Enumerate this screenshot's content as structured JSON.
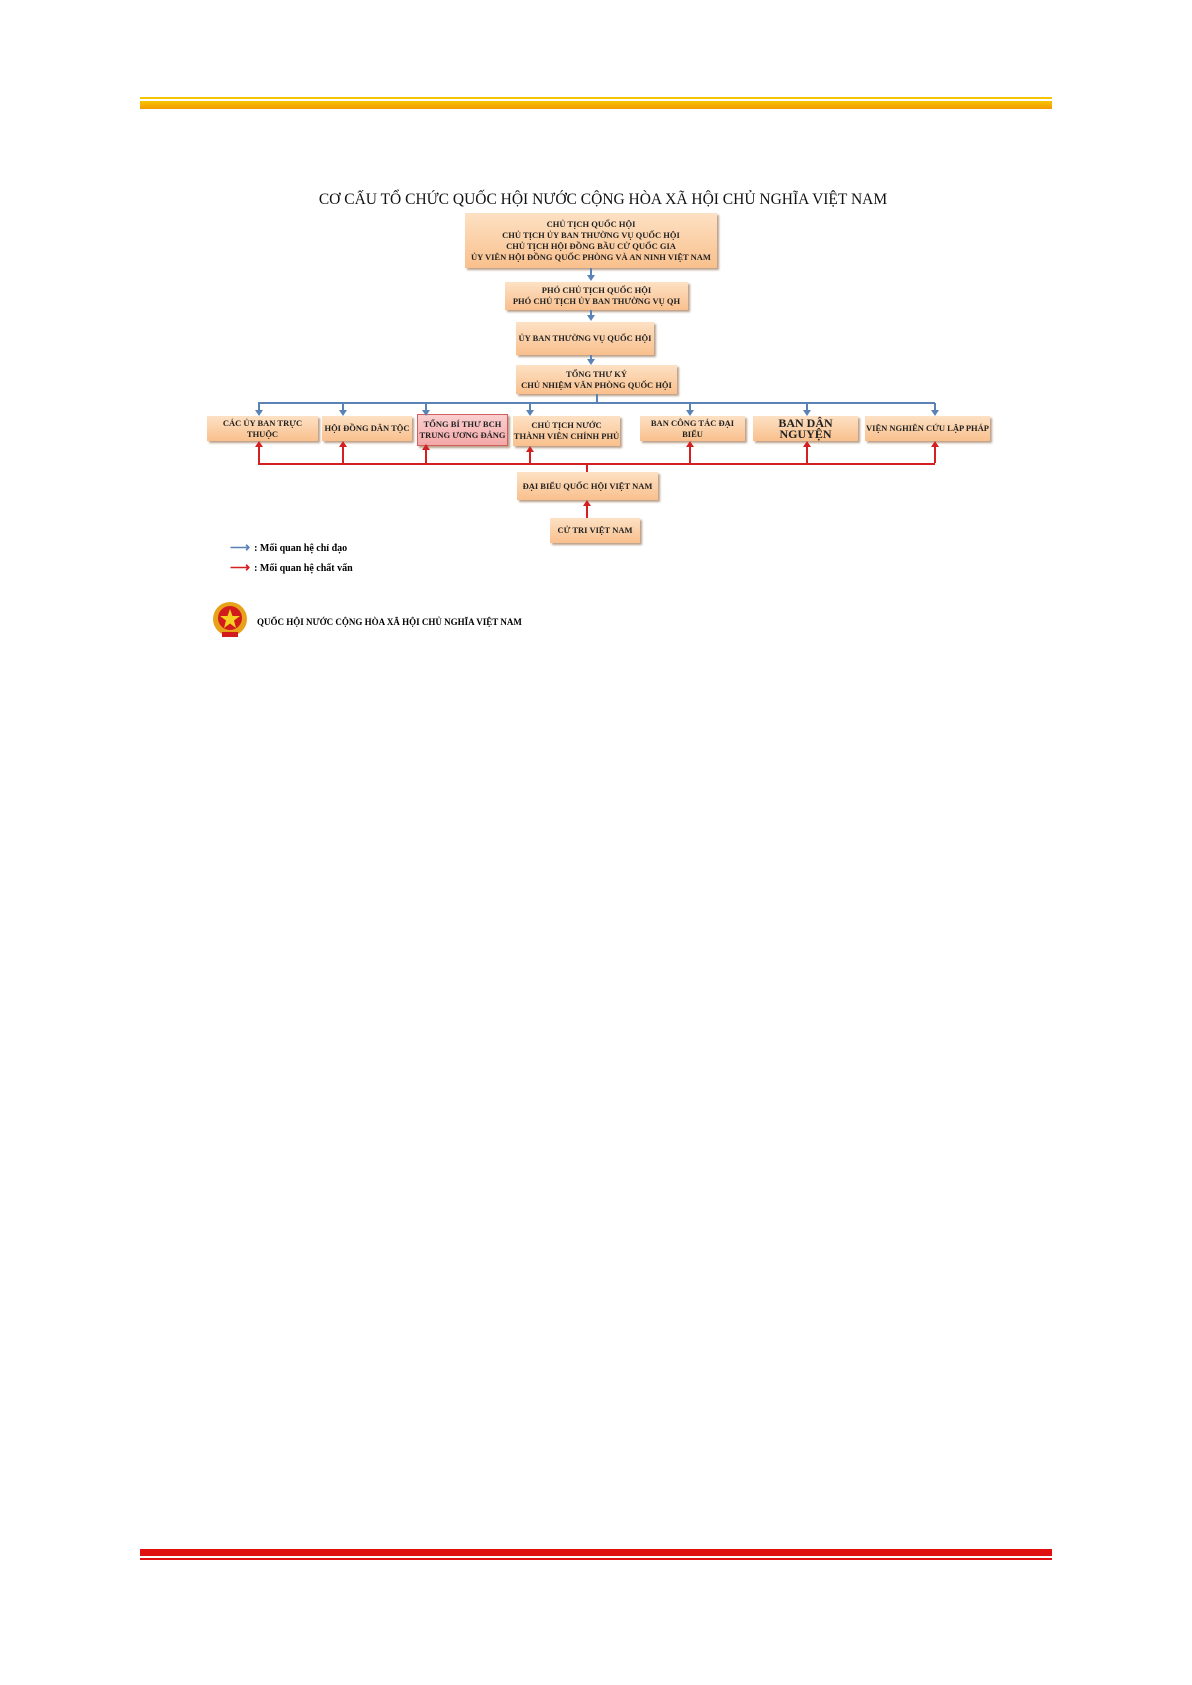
{
  "title": "CƠ CẤU TỔ CHỨC QUỐC HỘI NƯỚC CỘNG HÒA XÃ HỘI CHỦ NGHĨA VIỆT NAM",
  "top_boxes": [
    {
      "lines": [
        "CHỦ TỊCH QUỐC HỘI",
        "CHỦ TỊCH ỦY BAN THƯỜNG VỤ QUỐC HỘI",
        "CHỦ TỊCH HỘI ĐỒNG BẦU CỬ QUỐC GIA",
        "ỦY VIÊN HỘI ĐỒNG QUỐC PHÒNG VÀ AN NINH VIỆT NAM"
      ]
    },
    {
      "lines": [
        "PHÓ CHỦ TỊCH QUỐC HỘI",
        "PHÓ CHỦ TỊCH ỦY BAN THƯỜNG VỤ QH"
      ]
    },
    {
      "lines": [
        "ỦY BAN THƯỜNG VỤ QUỐC HỘI"
      ]
    },
    {
      "lines": [
        "TỔNG THƯ KÝ",
        "CHỦ NHIỆM VĂN PHÒNG QUỐC HỘI"
      ]
    }
  ],
  "row_boxes": [
    {
      "lines": [
        "CÁC ỦY BAN TRỰC THUỘC"
      ]
    },
    {
      "lines": [
        "HỘI ĐỒNG DÂN TỘC"
      ]
    },
    {
      "lines": [
        "TỔNG BÍ THƯ BCH",
        "TRUNG ƯƠNG ĐẢNG"
      ]
    },
    {
      "lines": [
        "CHỦ TỊCH NƯỚC",
        "THÀNH VIÊN CHÍNH PHỦ"
      ]
    },
    {
      "lines": [
        "BAN CÔNG TÁC ĐẠI BIỂU"
      ]
    },
    {
      "lines": [
        "BAN DÂN NGUYỆN"
      ]
    },
    {
      "lines": [
        "VIỆN NGHIÊN CỨU LẬP PHÁP"
      ]
    }
  ],
  "delegates": "ĐẠI BIỂU QUỐC HỘI VIỆT NAM",
  "voters": "CỬ TRI VIỆT NAM",
  "legend": [
    {
      "label": ": Mối quan hệ chỉ đạo",
      "color": "#5a82b4"
    },
    {
      "label": ": Mối quan hệ chất vấn",
      "color": "#d42020"
    }
  ],
  "footer_caption": "QUỐC HỘI NƯỚC CỘNG HÒA XÃ HỘI CHỦ NGHĨA VIỆT NAM"
}
